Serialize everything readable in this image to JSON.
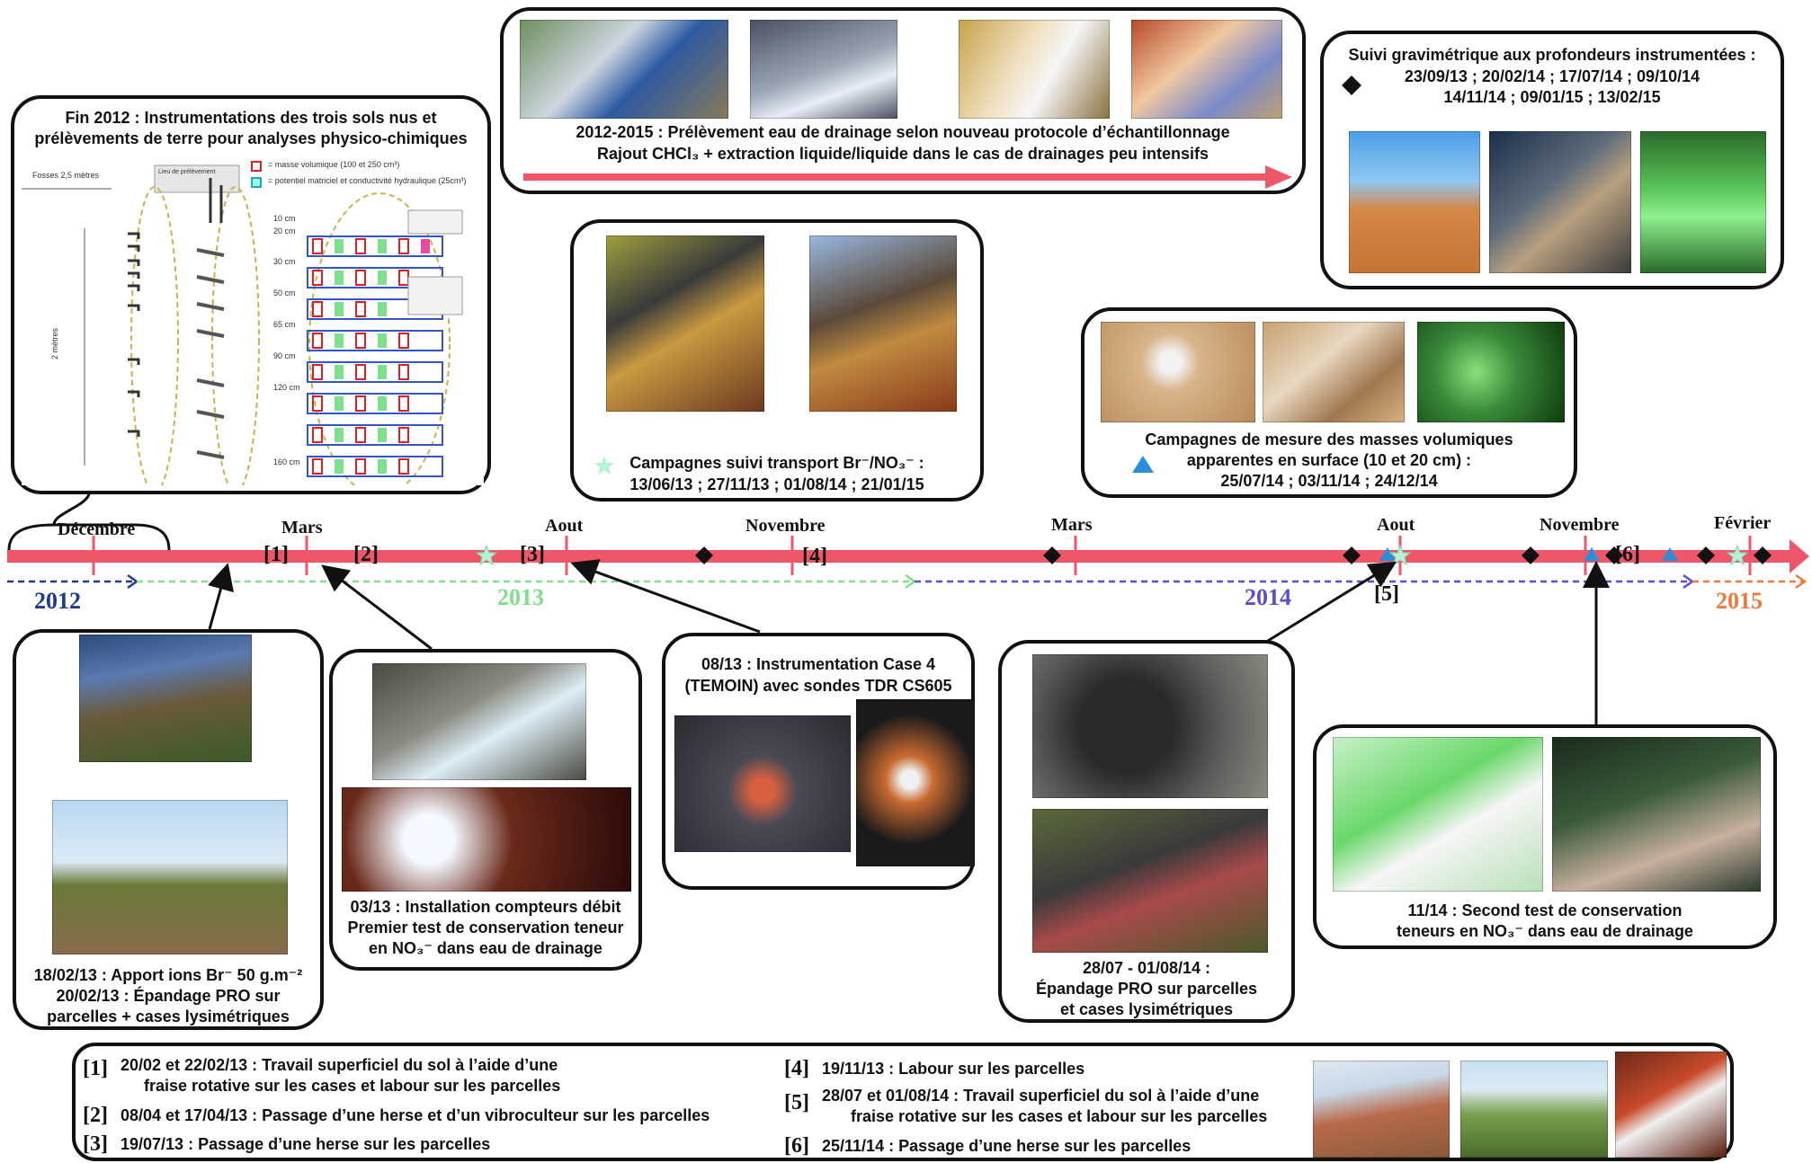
{
  "panels": {
    "fin2012": {
      "title_line1": "Fin 2012 : Instrumentations des trois sols nus et",
      "title_line2": "prélèvements de terre pour analyses physico-chimiques",
      "fosses_label": "Fosses 2,5 mètres",
      "metres_label": "2 mètres",
      "legend_density": "= masse volumique (100 et 250 cm³)",
      "legend_potential": "= potentiel matriciel et conductivité hydraulique (25cm³)",
      "legend_box1": "Lieu de prélèvement",
      "depths": [
        "10 cm",
        "20 cm",
        "30 cm",
        "50 cm",
        "65 cm",
        "90 cm",
        "120 cm",
        "160 cm"
      ]
    },
    "drainage": {
      "line1": "2012-2015 : Prélèvement eau de drainage selon nouveau protocole d’échantillonnage",
      "line2": "Rajout CHCl₃ + extraction liquide/liquide dans le cas de drainages peu intensifs"
    },
    "gravi": {
      "line1": "Suivi gravimétrique aux profondeurs instrumentées :",
      "line2": "23/09/13  ; 20/02/14 ; 17/07/14  ; 09/10/14",
      "line3": "14/11/14 ; 09/01/15 ; 13/02/15"
    },
    "transport": {
      "line1": "Campagnes suivi transport Br⁻/NO₃⁻ :",
      "line2": "13/06/13 ; 27/11/13 ; 01/08/14 ; 21/01/15"
    },
    "masses": {
      "line1": "Campagnes de mesure des masses volumiques",
      "line2": "apparentes en surface (10 et 20 cm) :",
      "line3": "25/07/14 ; 03/11/14 ; 24/12/14"
    },
    "bromure": {
      "line1": "18/02/13 : Apport ions Br⁻ 50 g.m⁻²",
      "line2": "20/02/13 :  Épandage PRO sur",
      "line3": "parcelles + cases lysimétriques"
    },
    "compteurs": {
      "line1": "03/13 : Installation compteurs débit",
      "line2": "Premier test de conservation teneur",
      "line3": "en NO₃⁻ dans eau de drainage"
    },
    "case4": {
      "line1": "08/13 : Instrumentation Case 4",
      "line2": "(TEMOIN) avec sondes TDR CS605"
    },
    "epandage": {
      "line1": "28/07 - 01/08/14 :",
      "line2": "Épandage PRO sur parcelles",
      "line3": "et cases lysimétriques"
    },
    "second": {
      "line1": "11/14 :  Second test de conservation",
      "line2": "teneurs en NO₃⁻ dans eau de drainage"
    }
  },
  "timeline": {
    "months": [
      "Décembre",
      "Mars",
      "Aout",
      "Novembre",
      "Mars",
      "Aout",
      "Novembre",
      "Février"
    ],
    "years": [
      "2012",
      "2013",
      "2014",
      "2015"
    ],
    "brackets": [
      "[1]",
      "[2]",
      "[3]",
      "[4]",
      "[5]",
      "[6]"
    ],
    "colors": {
      "main": "#f0566a",
      "y2012": "#1f3a93",
      "y2013": "#7ee08a",
      "y2014": "#5a4fcf",
      "y2015": "#f07a3a",
      "triangle": "#2a8fd8"
    }
  },
  "legend": {
    "items": [
      {
        "num": "[1]",
        "line1": "20/02 et 22/02/13 : Travail superficiel du sol à l’aide d’une",
        "line2": "fraise rotative sur les cases et labour sur les parcelles"
      },
      {
        "num": "[2]",
        "line1": "08/04 et 17/04/13 : Passage d’une herse et d’un vibroculteur sur les parcelles",
        "line2": ""
      },
      {
        "num": "[3]",
        "line1": "19/07/13 : Passage d’une herse sur les parcelles",
        "line2": ""
      },
      {
        "num": "[4]",
        "line1": "19/11/13 : Labour sur les parcelles",
        "line2": ""
      },
      {
        "num": "[5]",
        "line1": "28/07 et 01/08/14 : Travail superficiel du sol à l’aide d’une",
        "line2": "fraise rotative sur les cases et labour sur les parcelles"
      },
      {
        "num": "[6]",
        "line1": "25/11/14 : Passage d’une herse sur les parcelles",
        "line2": ""
      }
    ]
  }
}
